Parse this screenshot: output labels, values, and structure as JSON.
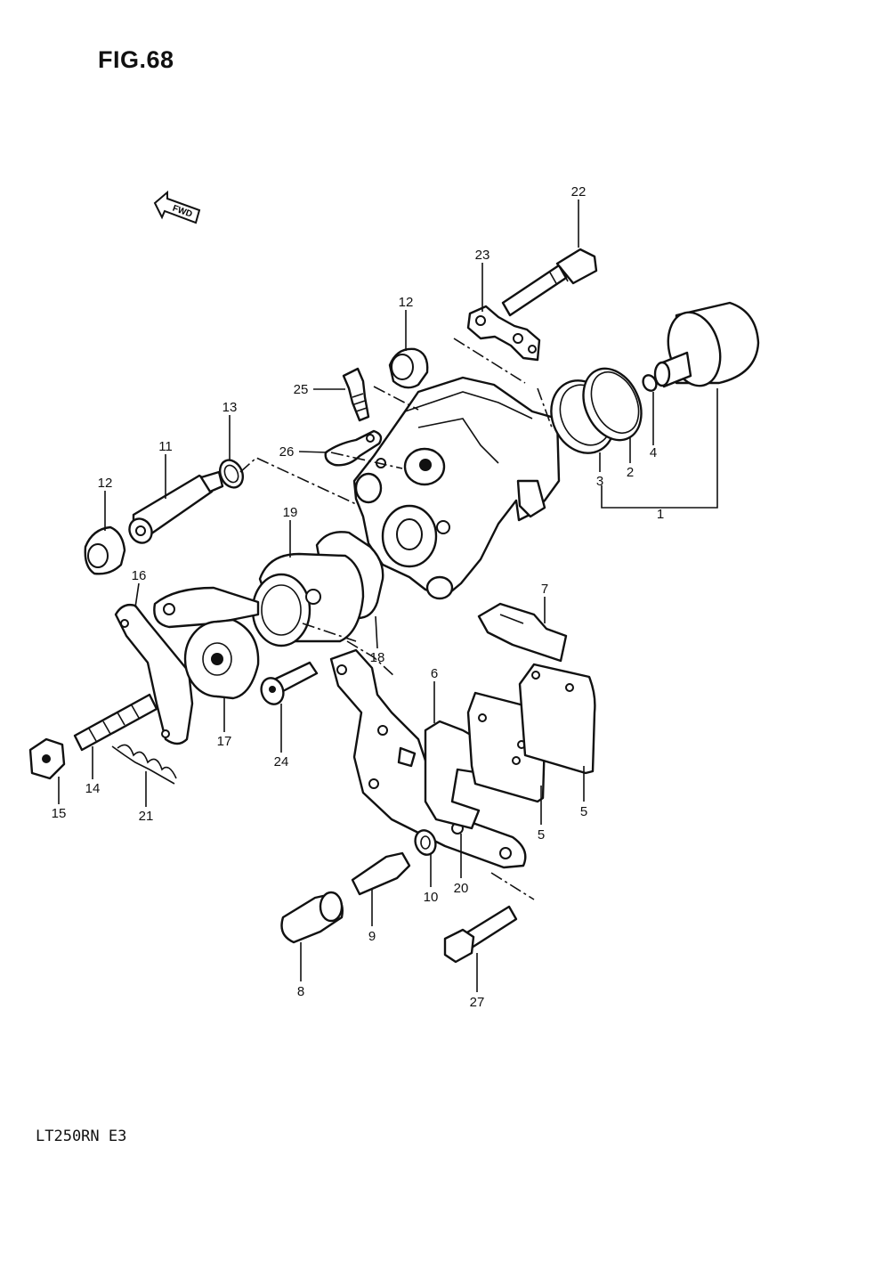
{
  "figure": {
    "title": "FIG.68",
    "model": "LT250RN  E3",
    "fwd_label": "FWD"
  },
  "callouts": [
    {
      "id": "c22",
      "label": "22"
    },
    {
      "id": "c23",
      "label": "23"
    },
    {
      "id": "c12a",
      "label": "12"
    },
    {
      "id": "c25",
      "label": "25"
    },
    {
      "id": "c26",
      "label": "26"
    },
    {
      "id": "c13",
      "label": "13"
    },
    {
      "id": "c11",
      "label": "11"
    },
    {
      "id": "c12b",
      "label": "12"
    },
    {
      "id": "c19",
      "label": "19"
    },
    {
      "id": "c16",
      "label": "16"
    },
    {
      "id": "c3",
      "label": "3"
    },
    {
      "id": "c2",
      "label": "2"
    },
    {
      "id": "c4",
      "label": "4"
    },
    {
      "id": "c1",
      "label": "1"
    },
    {
      "id": "c7",
      "label": "7"
    },
    {
      "id": "c18",
      "label": "18"
    },
    {
      "id": "c6",
      "label": "6"
    },
    {
      "id": "c17",
      "label": "17"
    },
    {
      "id": "c24",
      "label": "24"
    },
    {
      "id": "c14",
      "label": "14"
    },
    {
      "id": "c15",
      "label": "15"
    },
    {
      "id": "c21",
      "label": "21"
    },
    {
      "id": "c5a",
      "label": "5"
    },
    {
      "id": "c5b",
      "label": "5"
    },
    {
      "id": "c10",
      "label": "10"
    },
    {
      "id": "c20",
      "label": "20"
    },
    {
      "id": "c9",
      "label": "9"
    },
    {
      "id": "c8",
      "label": "8"
    },
    {
      "id": "c27",
      "label": "27"
    }
  ]
}
